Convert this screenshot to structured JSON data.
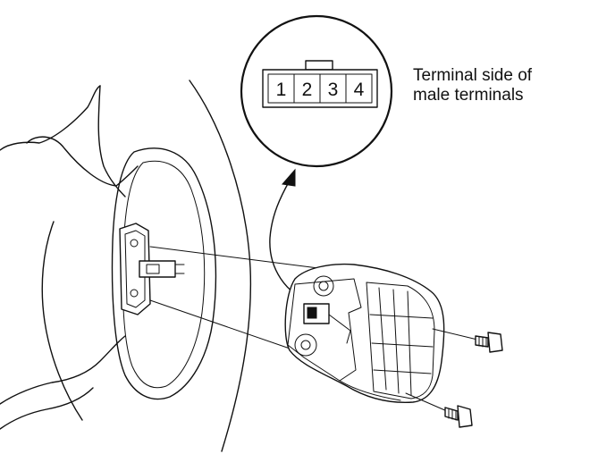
{
  "callout": {
    "caption_line1": "Terminal side of",
    "caption_line2": "male terminals"
  },
  "connector": {
    "pins": [
      "1",
      "2",
      "3",
      "4"
    ]
  }
}
